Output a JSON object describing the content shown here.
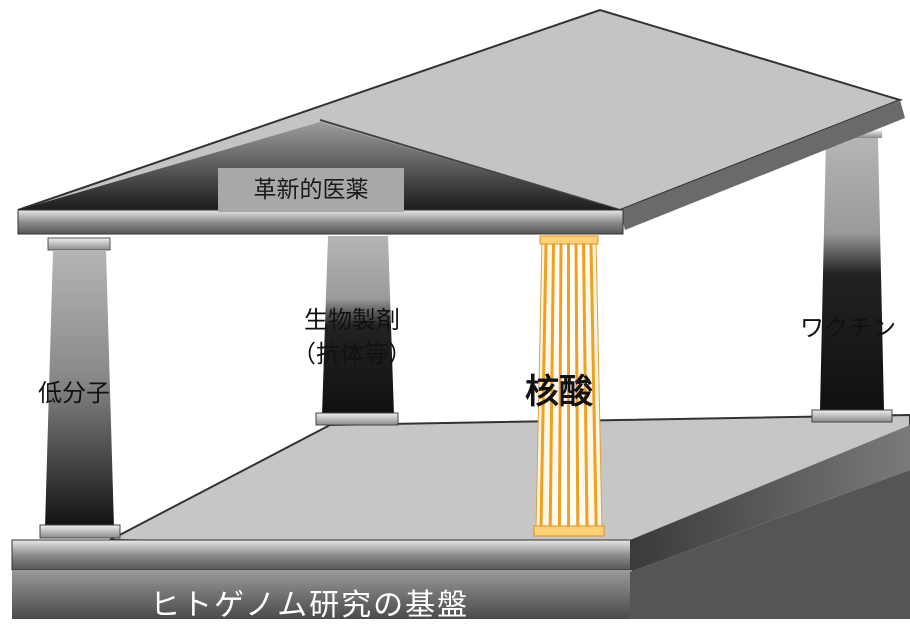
{
  "roof": {
    "label": "革新的医薬"
  },
  "pillars": {
    "small_molecule": "低分子",
    "biologics_line1": "生物製剤",
    "biologics_line2": "（抗体等）",
    "nucleic_acid": "核酸",
    "vaccine": "ワクチン"
  },
  "foundation": {
    "label": "ヒトゲノム研究の基盤"
  },
  "colors": {
    "nucleic_stripe": "#f0a020",
    "pillar_dark": "#1a1a1a",
    "surface_gray": "#c8c8c8"
  }
}
